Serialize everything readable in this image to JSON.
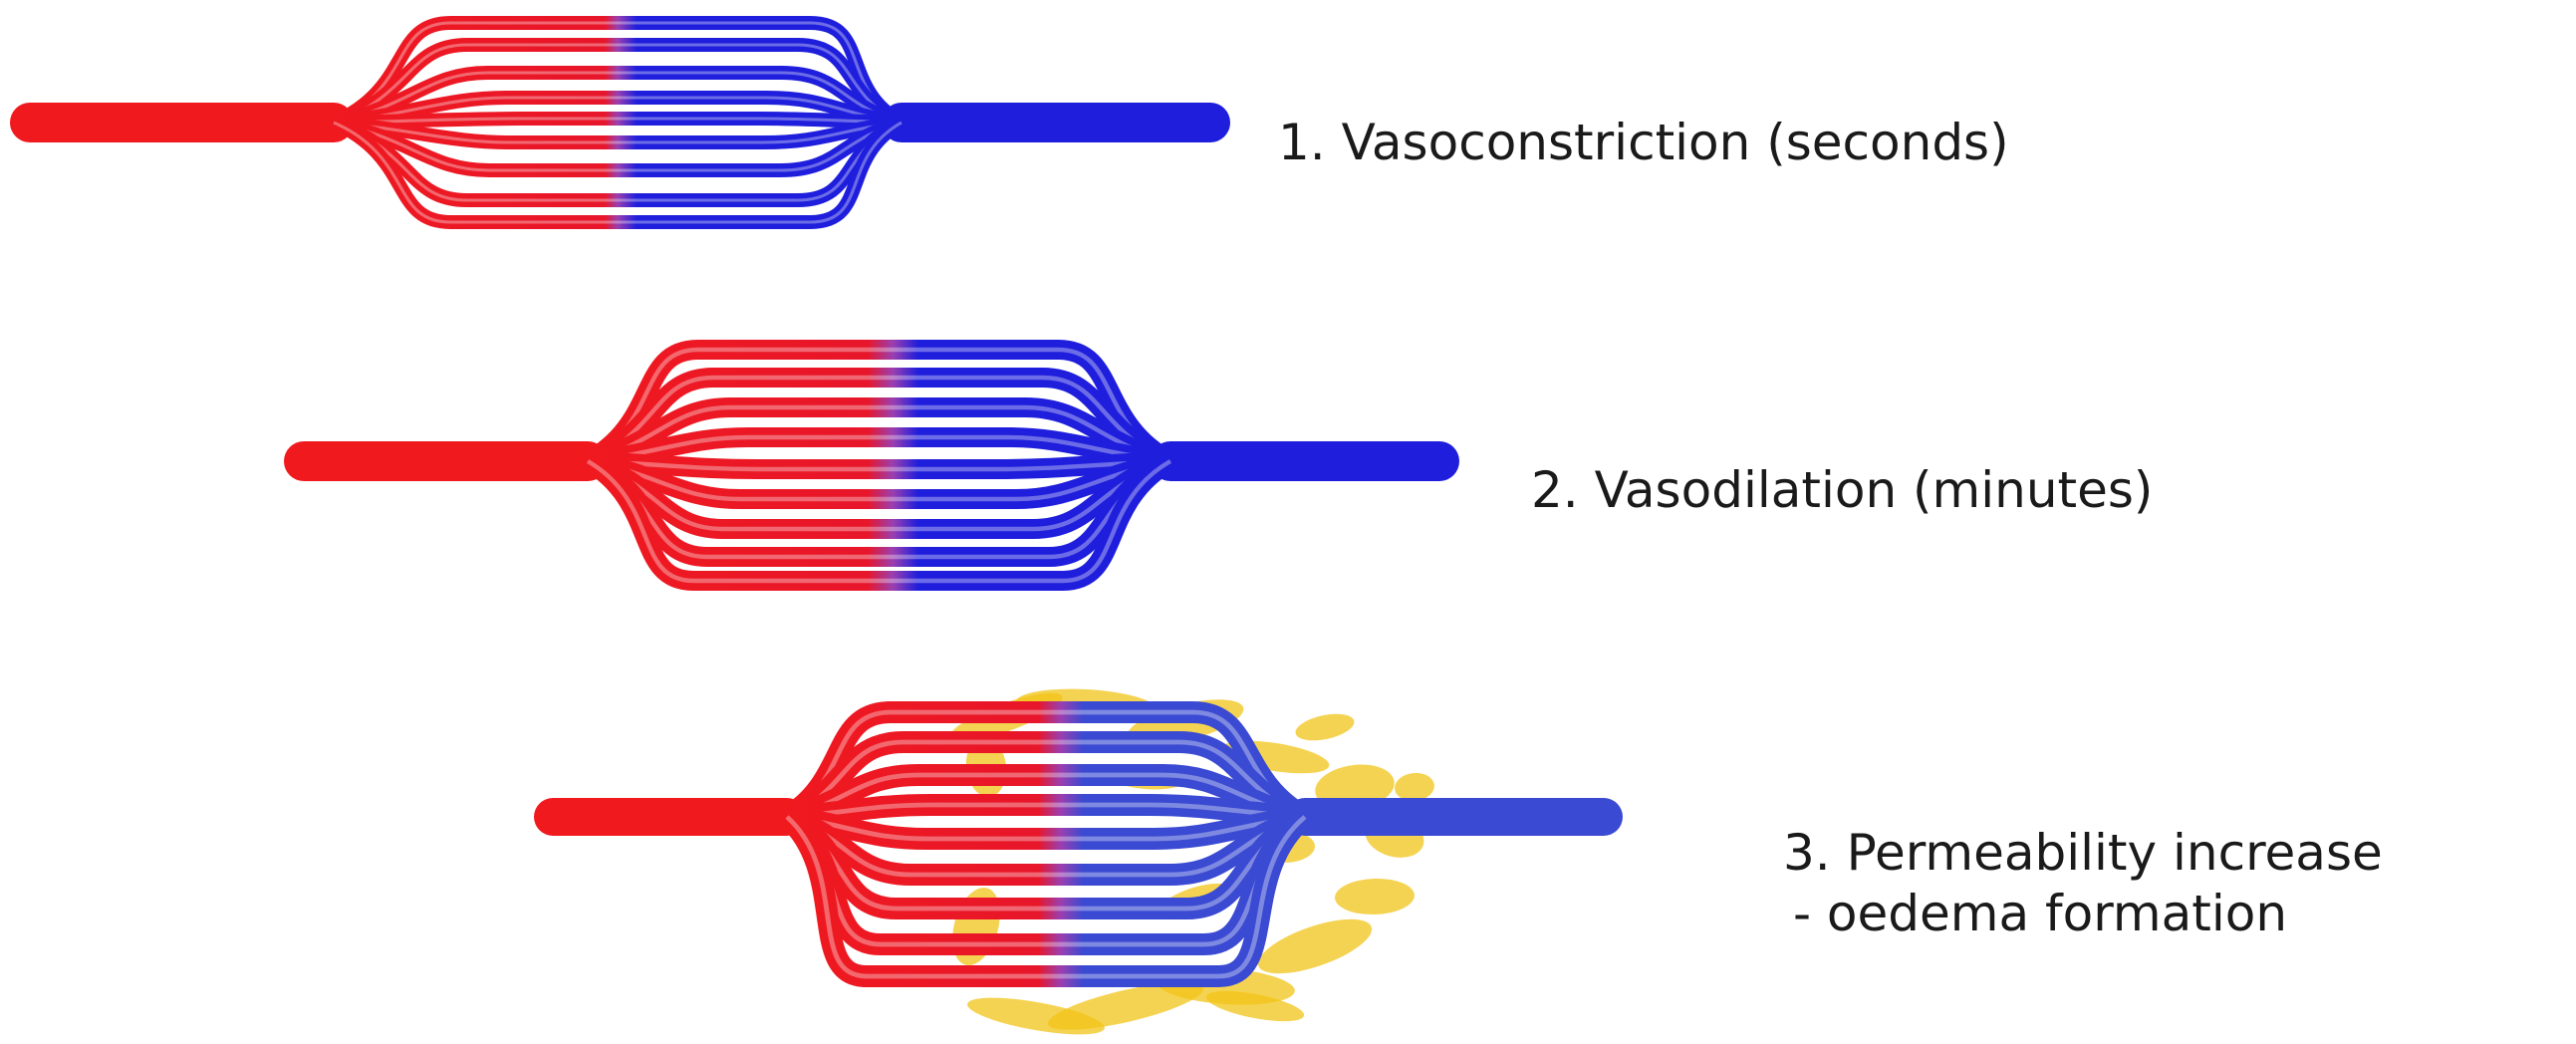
{
  "labels": {
    "stage1": "1. Vasoconstriction (seconds)",
    "stage2": "2. Vasodilation (minutes)",
    "stage3_line1": "3. Permeability increase",
    "stage3_line2": "- oedema formation"
  },
  "colors": {
    "arterial": "#f0191e",
    "venous": "#1e1edc",
    "venous_stage3": "#3a4ad2",
    "capillary_mid": "#9a3fb0",
    "oedema": "#f2c418",
    "text": "#1a1a1a",
    "background": "#ffffff"
  }
}
